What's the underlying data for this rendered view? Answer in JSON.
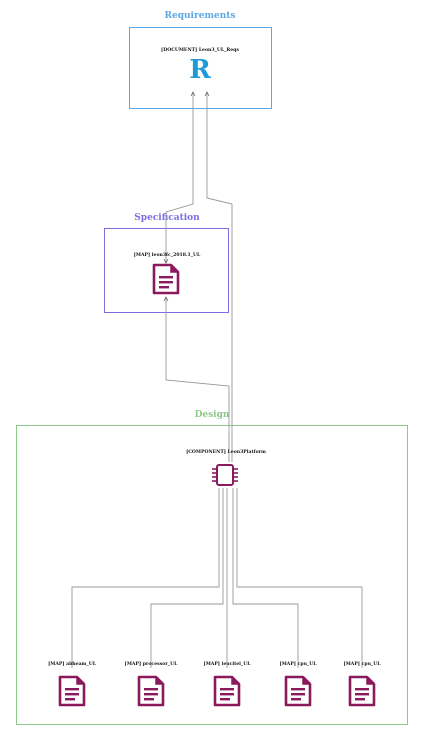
{
  "colors": {
    "requirements": "#5aa9e6",
    "specification": "#7b6fe8",
    "design": "#8cca8c",
    "doc_icon": "#8a1a5c",
    "r_icon": "#1e9ad6",
    "edge": "#999999"
  },
  "lanes": {
    "requirements": {
      "title": "Requirements"
    },
    "specification": {
      "title": "Specification"
    },
    "design": {
      "title": "Design"
    }
  },
  "nodes": {
    "req_doc": {
      "label": "[DOCUMENT] Leon3_UL_Reqs",
      "icon": "r-letter-icon",
      "glyph": "R"
    },
    "spec_map": {
      "label": "[MAP] leon3fc_2018.1_UL",
      "icon": "document-icon"
    },
    "component": {
      "label": "[COMPONENT] Leon3Platform",
      "icon": "chip-icon"
    },
    "maps": [
      {
        "label": "[MAP] abheam_UL",
        "icon": "document-icon"
      },
      {
        "label": "[MAP] processor_UL",
        "icon": "document-icon"
      },
      {
        "label": "[MAP] leucitel_UL",
        "icon": "document-icon"
      },
      {
        "label": "[MAP] cpu_UL",
        "icon": "document-icon"
      },
      {
        "label": "[MAP] cpu_UL",
        "icon": "document-icon"
      }
    ]
  }
}
